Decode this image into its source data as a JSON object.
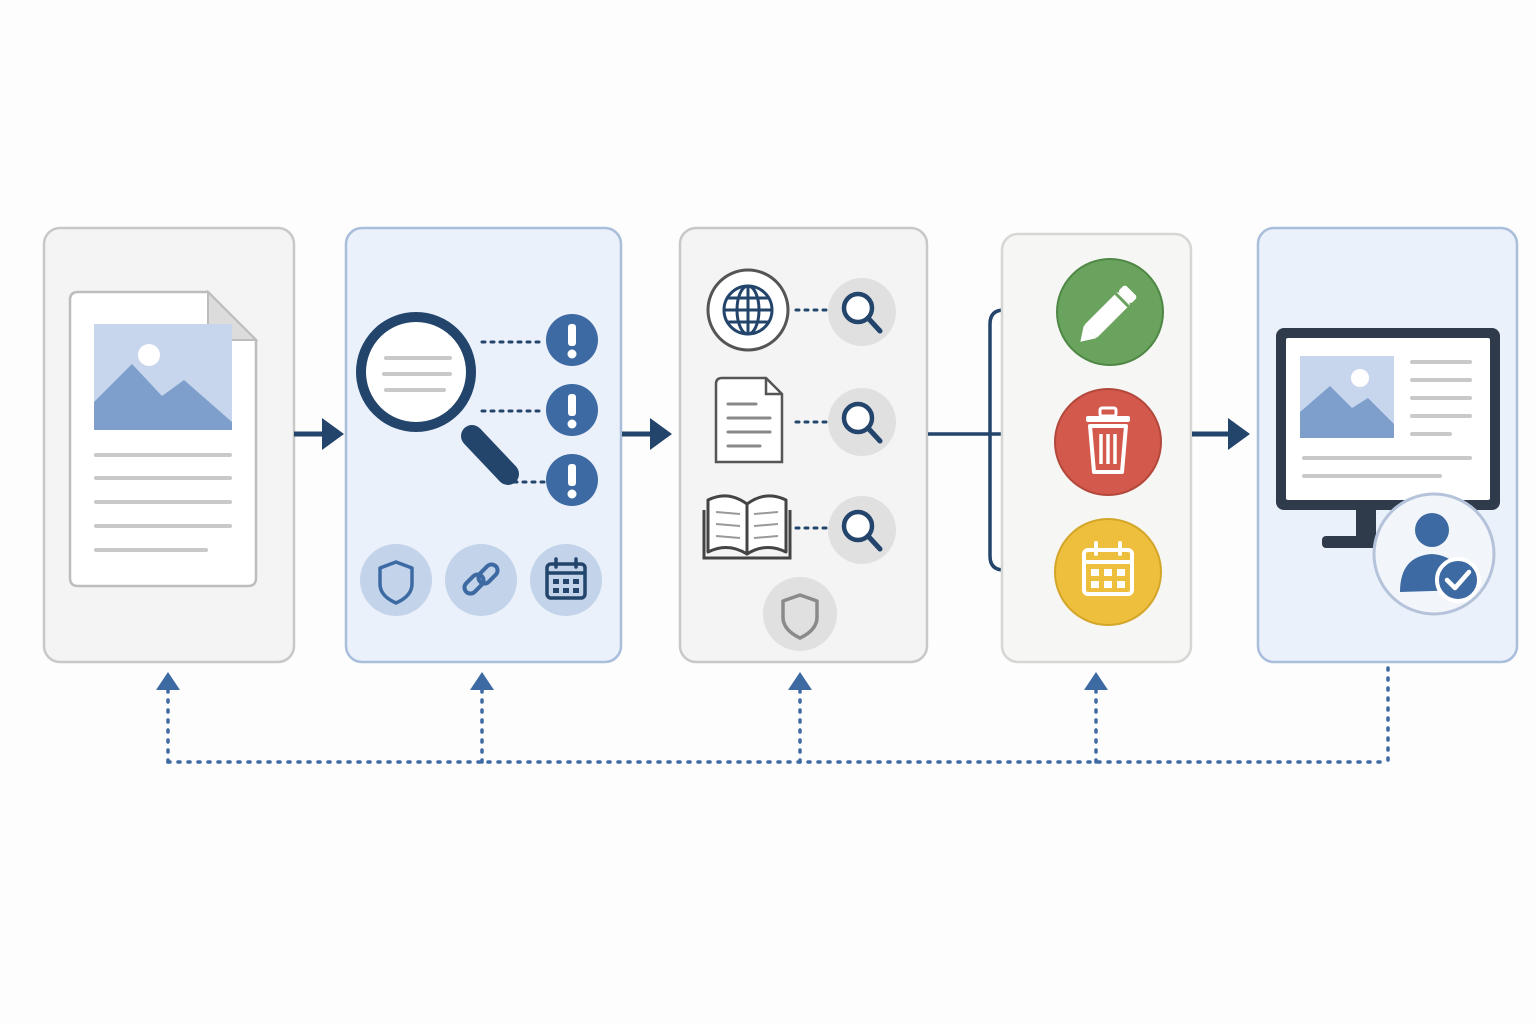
{
  "colors": {
    "navy": "#23446b",
    "blue": "#3e6aa3",
    "light_blue": "#8eacd4",
    "panel_gray_fill": "#f4f4f4",
    "panel_gray_stroke": "#c8c8c8",
    "panel_blue_fill": "#ebf1fa",
    "panel_blue_stroke": "#a9bedb",
    "green": "#6aa35d",
    "red": "#d2594c",
    "yellow": "#eebf3c",
    "line_gray": "#b5b5b5"
  },
  "stages": [
    {
      "id": "source-document",
      "icons": [
        "document-image-icon"
      ]
    },
    {
      "id": "scan-issues",
      "icons": [
        "magnifier-icon",
        "alert-icon",
        "alert-icon",
        "alert-icon",
        "shield-icon",
        "link-icon",
        "calendar-icon"
      ]
    },
    {
      "id": "verify-sources",
      "icons": [
        "globe-icon",
        "document-icon",
        "book-icon",
        "search-icon",
        "search-icon",
        "search-icon",
        "shield-icon"
      ]
    },
    {
      "id": "actions",
      "icons": [
        "edit-icon",
        "delete-icon",
        "calendar-icon"
      ]
    },
    {
      "id": "publish",
      "icons": [
        "monitor-icon",
        "user-verified-icon"
      ]
    }
  ],
  "feedback": {
    "style": "dotted",
    "targets": [
      "source-document",
      "scan-issues",
      "verify-sources",
      "actions"
    ]
  }
}
